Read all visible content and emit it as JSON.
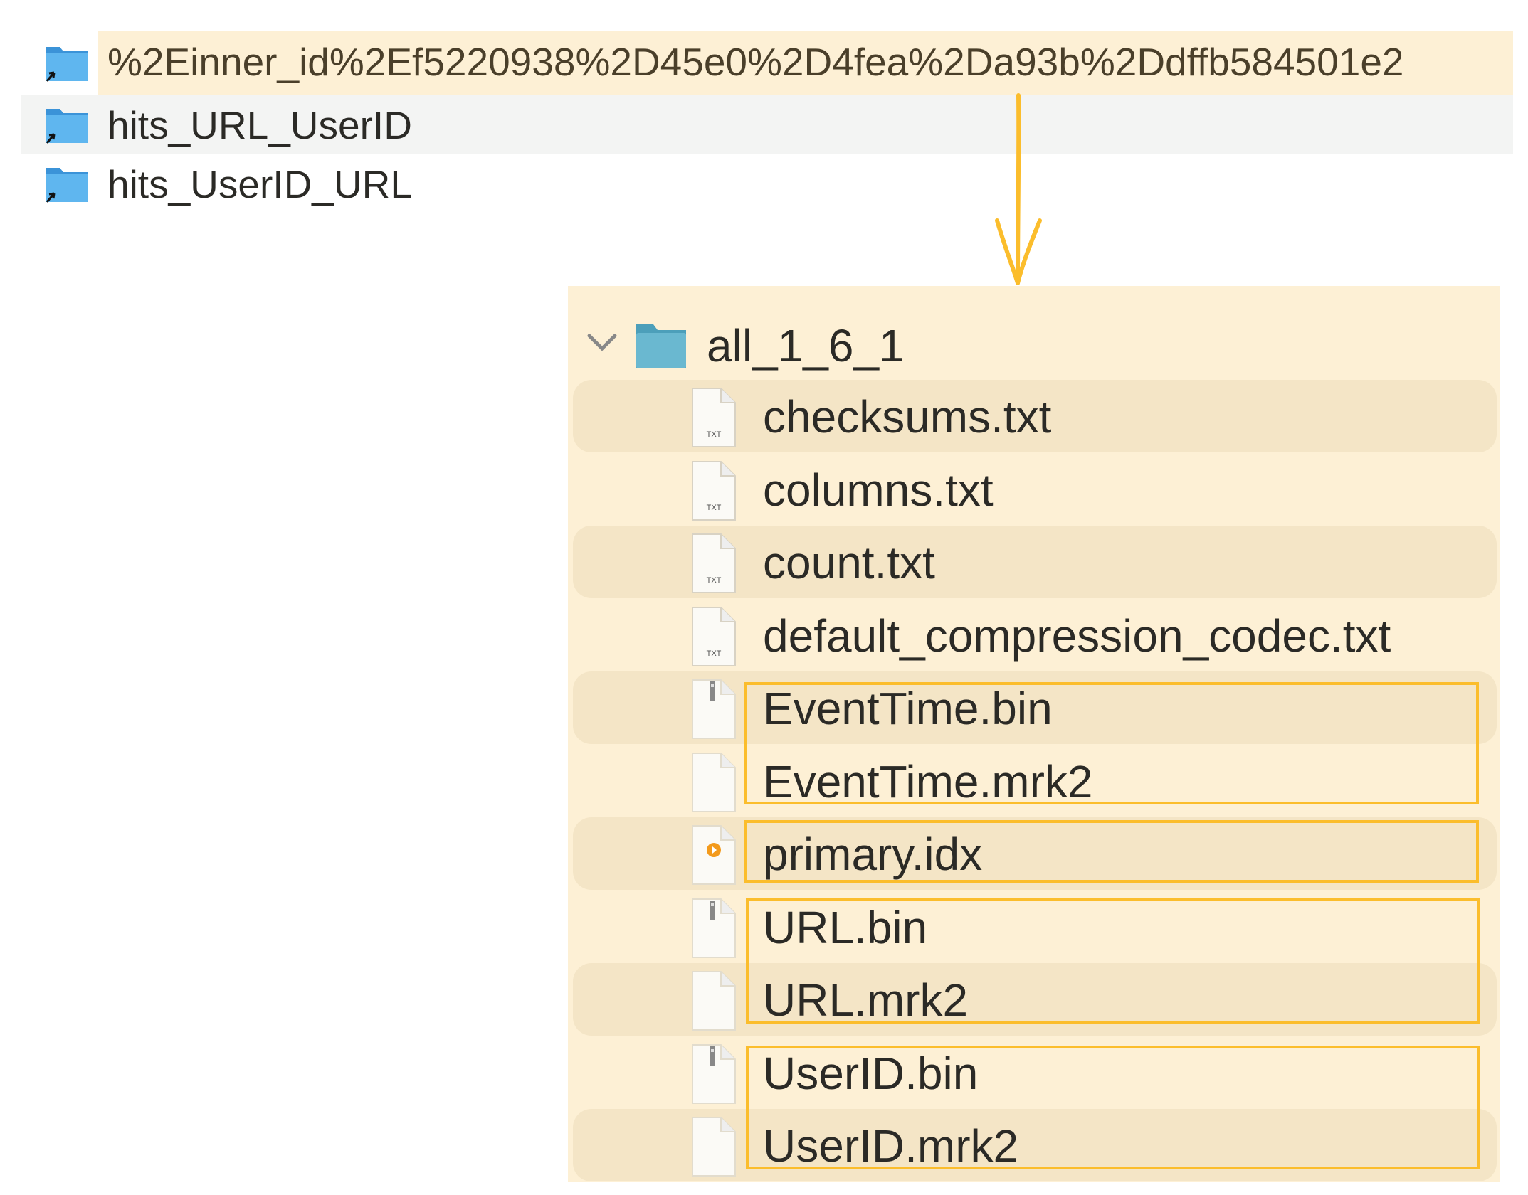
{
  "top_list": {
    "items": [
      {
        "label": "%2Einner_id%2Ef5220938%2D45e0%2D4fea%2Da93b%2Ddffb584501e2",
        "icon": "folder-alias-icon",
        "highlighted": true
      },
      {
        "label": "hits_URL_UserID",
        "icon": "folder-alias-icon",
        "selected": true
      },
      {
        "label": "hits_UserID_URL",
        "icon": "folder-alias-icon"
      }
    ]
  },
  "detail_panel": {
    "folder": {
      "label": "all_1_6_1",
      "expanded": true,
      "icon": "folder-icon"
    },
    "files": [
      {
        "label": "checksums.txt",
        "icon": "txt-file-icon"
      },
      {
        "label": "columns.txt",
        "icon": "txt-file-icon"
      },
      {
        "label": "count.txt",
        "icon": "txt-file-icon"
      },
      {
        "label": "default_compression_codec.txt",
        "icon": "txt-file-icon"
      },
      {
        "label": "EventTime.bin",
        "icon": "binary-file-icon"
      },
      {
        "label": "EventTime.mrk2",
        "icon": "blank-file-icon"
      },
      {
        "label": "primary.idx",
        "icon": "idx-file-icon"
      },
      {
        "label": "URL.bin",
        "icon": "binary-file-icon"
      },
      {
        "label": "URL.mrk2",
        "icon": "blank-file-icon"
      },
      {
        "label": "UserID.bin",
        "icon": "binary-file-icon"
      },
      {
        "label": "UserID.mrk2",
        "icon": "blank-file-icon"
      }
    ]
  },
  "colors": {
    "accent": "#fbbd2c",
    "panel_bg": "#fdf0d5",
    "folder_blue": "#4aa8e8"
  }
}
